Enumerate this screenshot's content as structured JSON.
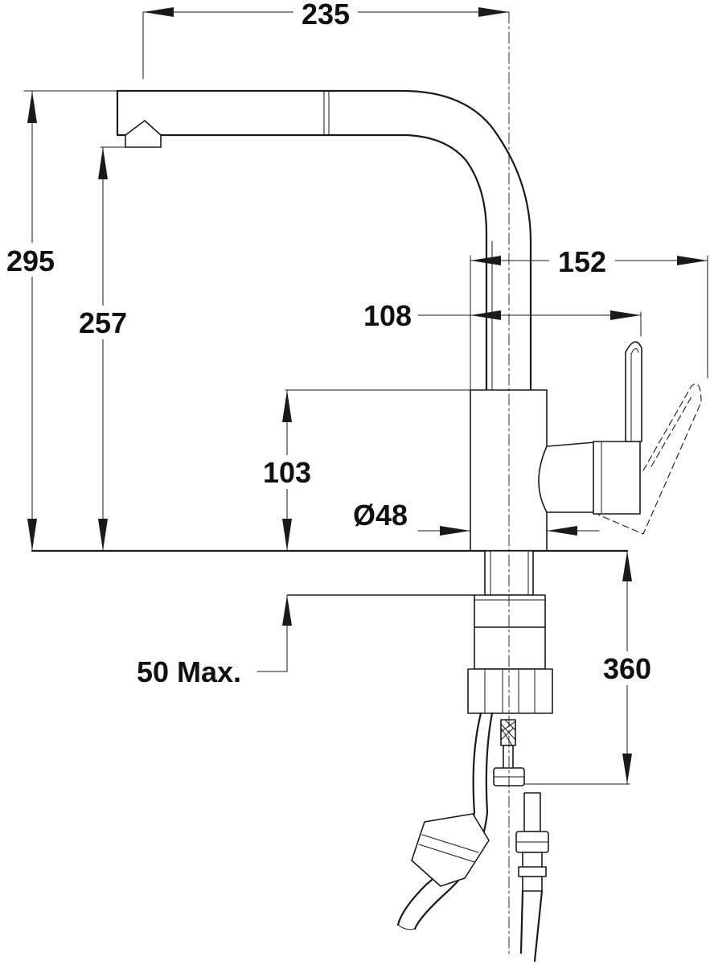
{
  "dimensions": {
    "width_235": "235",
    "height_295": "295",
    "spout_height_257": "257",
    "reach_152": "152",
    "lever_108": "108",
    "body_height_103": "103",
    "diameter_48": "Ø48",
    "deck_thickness": "50 Max.",
    "hose_360": "360"
  },
  "colors": {
    "line": "#1a1a1a",
    "background": "#ffffff"
  }
}
